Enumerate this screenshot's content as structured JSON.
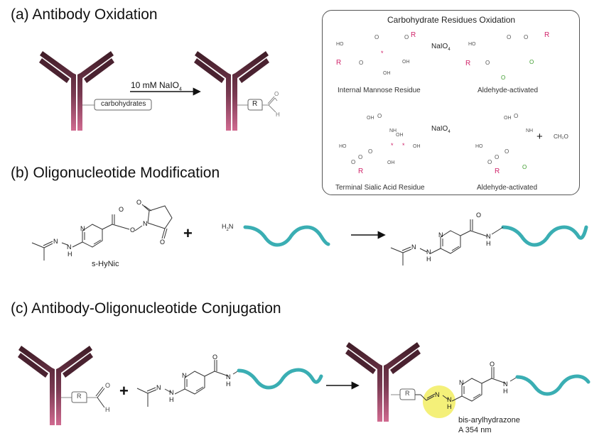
{
  "sections": {
    "a": {
      "title": "(a) Antibody Oxidation",
      "carbohydrate_label": "carbohydrates",
      "reagent": "10 mM NaIO",
      "reagent_sub": "4",
      "r_group": "R",
      "aldehyde_o": "O",
      "aldehyde_h": "H"
    },
    "b": {
      "title": "(b) Oligonucleotide Modification",
      "reagent_name": "s-HyNic",
      "amine_label": "H",
      "amine_sub": "2",
      "amine_n": "N",
      "plus": "+"
    },
    "c": {
      "title": "(c) Antibody-Oligonucleotide Conjugation",
      "plus": "+",
      "r_group": "R",
      "product_name": "bis-arylhydrazone",
      "absorbance": "A 354 nm"
    }
  },
  "inset": {
    "title": "Carbohydrate Residues Oxidation",
    "reagent": "NaIO",
    "reagent_sub": "4",
    "mannose_label": "Internal Mannose Residue",
    "mannose_product_label": "Aldehyde-activated",
    "sialic_label": "Terminal Sialic Acid Residue",
    "sialic_product_label": "Aldehyde-activated",
    "byproduct": "CH₂O",
    "plus": "+"
  },
  "atoms": {
    "O": "O",
    "N": "N",
    "H": "H",
    "R": "R",
    "HO": "HO",
    "OH": "OH",
    "NH": "NH",
    "star": "*"
  },
  "colors": {
    "antibody_top": "#3e1c26",
    "antibody_bottom": "#d06a90",
    "dna": "#3aaeb3",
    "r_group_pink": "#d0246a",
    "aldehyde_highlight": "#b8e870",
    "hydrazone_highlight": "#f3ee6a"
  }
}
